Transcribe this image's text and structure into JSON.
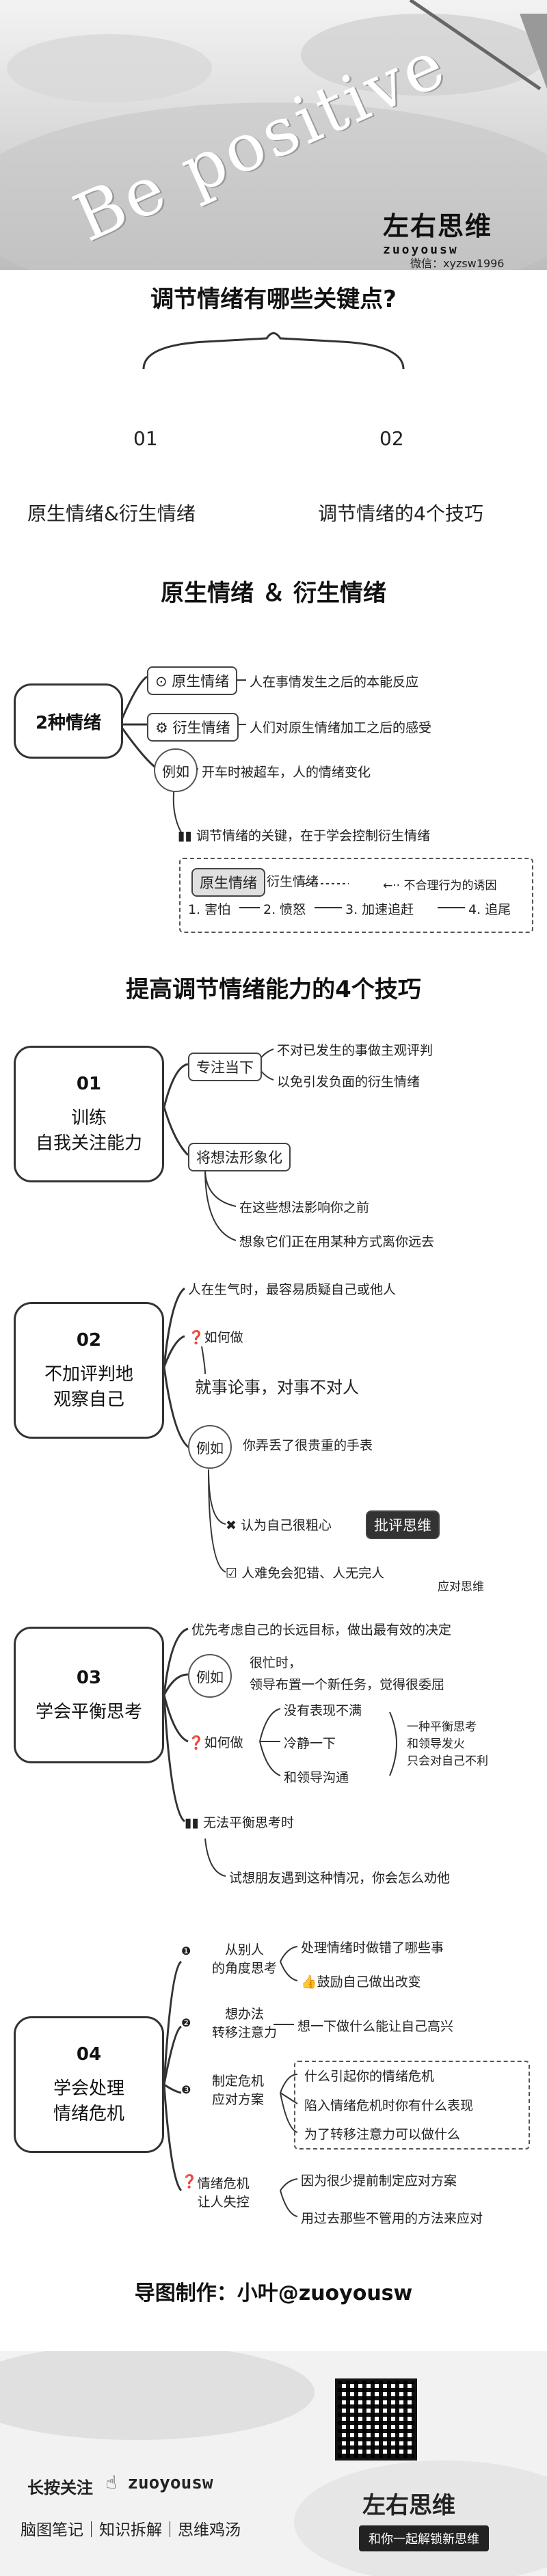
{
  "header": {
    "script_text": "Be positive",
    "brand_cn": "左右思维",
    "brand_en": "zuoyousw",
    "wechat_line": "微信：xyzsw1996"
  },
  "overview": {
    "title": "调节情绪有哪些关键点?",
    "n1": "01",
    "n2": "02",
    "item1": "原生情绪&衍生情绪",
    "item2": "调节情绪的4个技巧"
  },
  "section1": {
    "title": "原生情绪 ＆ 衍生情绪",
    "center": "2种情绪",
    "a_label": "原生情绪",
    "a_desc": "人在事情发生之后的本能反应",
    "b_label": "衍生情绪",
    "b_desc": "人们对原生情绪加工之后的感受",
    "eg": "例如",
    "eg_desc": "开车时被超车，人的情绪变化",
    "key": "调节情绪的关键，在于学会控制衍生情绪",
    "tag_a": "原生情绪",
    "tag_b": "衍生情绪",
    "tag_note": "不合理行为的诱因",
    "chain": [
      "1. 害怕",
      "2. 愤怒",
      "3. 加速追赶",
      "4. 追尾"
    ]
  },
  "section2": {
    "title": "提高调节情绪能力的4个技巧",
    "tip1": {
      "num": "01",
      "name": "训练\n自我关注能力",
      "p1": "专注当下",
      "p1a": "不对已发生的事做主观评判",
      "p1b": "以免引发负面的衍生情绪",
      "p2": "将想法形象化",
      "p2a": "在这些想法影响你之前",
      "p2b": "想象它们正在用某种方式离你远去"
    },
    "tip2": {
      "num": "02",
      "name": "不加评判地\n观察自己",
      "p1": "人在生气时，最容易质疑自己或他人",
      "p2": "如何做",
      "p3": "就事论事，对事不对人",
      "eg": "例如",
      "eg_desc": "你弄丢了很贵重的手表",
      "wrong": "认为自己很粗心",
      "wrong_tag": "批评思维",
      "right": "人难免会犯错、人无完人",
      "right_tag": "应对思维"
    },
    "tip3": {
      "num": "03",
      "name": "学会平衡思考",
      "p1": "优先考虑自己的长远目标，做出最有效的决定",
      "eg": "例如",
      "eg_desc1": "很忙时，",
      "eg_desc2": "领导布置一个新任务，觉得很委屈",
      "how": "如何做",
      "h1": "没有表现不满",
      "h2": "冷静一下",
      "h3": "和领导沟通",
      "result1": "一种平衡思考",
      "result2": "和领导发火",
      "result3": "只会对自己不利",
      "cant": "无法平衡思考时",
      "cant_desc": "试想朋友遇到这种情况，你会怎么劝他"
    },
    "tip4": {
      "num": "04",
      "name": "学会处理\n情绪危机",
      "s1": "从别人\n的角度思考",
      "s1a": "处理情绪时做错了哪些事",
      "s1b": "鼓励自己做出改变",
      "s2": "想办法\n转移注意力",
      "s2a": "想一下做什么能让自己高兴",
      "s3": "制定危机\n应对方案",
      "s3a": "什么引起你的情绪危机",
      "s3b": "陷入情绪危机时你有什么表现",
      "s3c": "为了转移注意力可以做什么",
      "s4": "情绪危机\n让人失控",
      "s4a": "因为很少提前制定应对方案",
      "s4b": "用过去那些不管用的方法来应对"
    }
  },
  "credit": "导图制作：小叶@zuoyousw",
  "footer": {
    "follow": "长按关注",
    "account": "zuoyousw",
    "tags": "脑图笔记｜知识拆解｜思维鸡汤",
    "brand": "左右思维",
    "slogan": "和你一起解锁新思维"
  }
}
